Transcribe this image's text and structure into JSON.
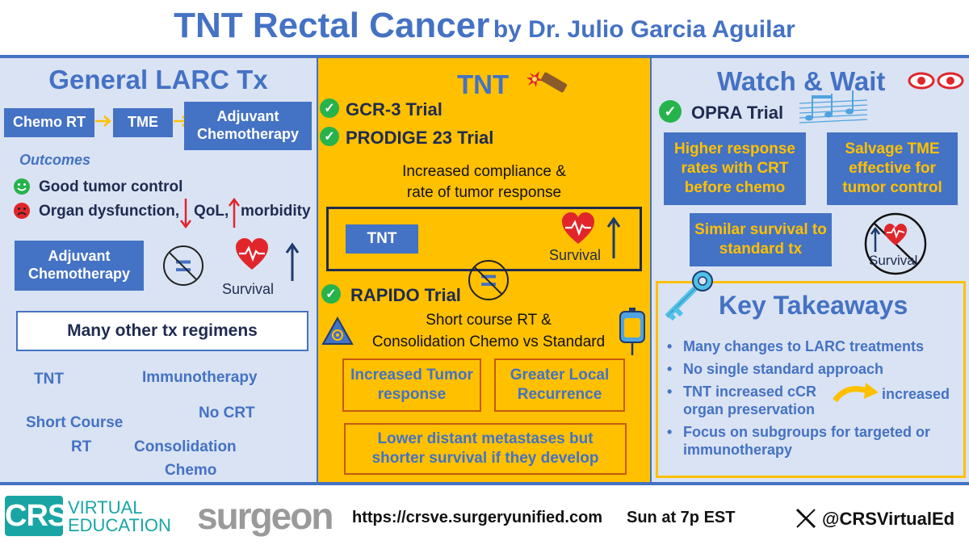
{
  "title": {
    "main": "TNT Rectal Cancer",
    "byline": "by Dr. Julio Garcia Aguilar"
  },
  "left": {
    "heading": "General LARC Tx",
    "flow": [
      "Chemo RT",
      "TME",
      "Adjuvant Chemotherapy"
    ],
    "outcomes_label": "Outcomes",
    "good": "Good tumor control",
    "bad_prefix": "Organ dysfunction,",
    "bad_qol": "QoL,",
    "bad_morbidity": "morbidity",
    "adjuvant_box": "Adjuvant Chemotherapy",
    "survival": "Survival",
    "many_regimens": "Many other tx regimens",
    "regimens": {
      "tnt": "TNT",
      "immuno": "Immunotherapy",
      "short_course": "Short Course",
      "rt": "RT",
      "no_crt": "No CRT",
      "consolidation": "Consolidation",
      "chemo": "Chemo"
    }
  },
  "middle": {
    "heading": "TNT",
    "trial1": "GCR-3 Trial",
    "trial2": "PRODIGE 23 Trial",
    "result_line1": "Increased compliance &",
    "result_line2": "rate of tumor response",
    "tnt_box": "TNT",
    "survival": "Survival",
    "trial3": "RAPIDO Trial",
    "rapido_line1": "Short course RT &",
    "rapido_line2": "Consolidation Chemo vs Standard",
    "box_response": "Increased Tumor response",
    "box_recurrence": "Greater Local Recurrence",
    "box_metastases": "Lower distant metastases but shorter survival if they develop"
  },
  "right": {
    "heading": "Watch & Wait",
    "trial": "OPRA Trial",
    "box_response": "Higher response rates with CRT before chemo",
    "box_salvage": "Salvage TME effective for tumor control",
    "box_survival": "Similar survival to standard tx",
    "survival": "Survival",
    "takeaways_title": "Key Takeaways",
    "takeaways": [
      "Many changes to LARC treatments",
      "No single standard approach",
      "TNT increased cCR",
      "increased",
      "organ preservation",
      "Focus on subgroups for targeted or immunotherapy"
    ]
  },
  "footer": {
    "logo_letters": "CRS",
    "logo_line1": "VIRTUAL",
    "logo_line2": "EDUCATION",
    "surgeon_logo": "surgeon",
    "url": "https://crsve.surgeryunified.com",
    "time": "Sun at 7p EST",
    "handle": "@CRSVirtualEd"
  },
  "colors": {
    "blue": "#4472C4",
    "gold": "#FFC000",
    "light_blue": "#DAE3F3",
    "dark": "#1F2B50",
    "red": "#E0262B",
    "green": "#27B34C"
  }
}
